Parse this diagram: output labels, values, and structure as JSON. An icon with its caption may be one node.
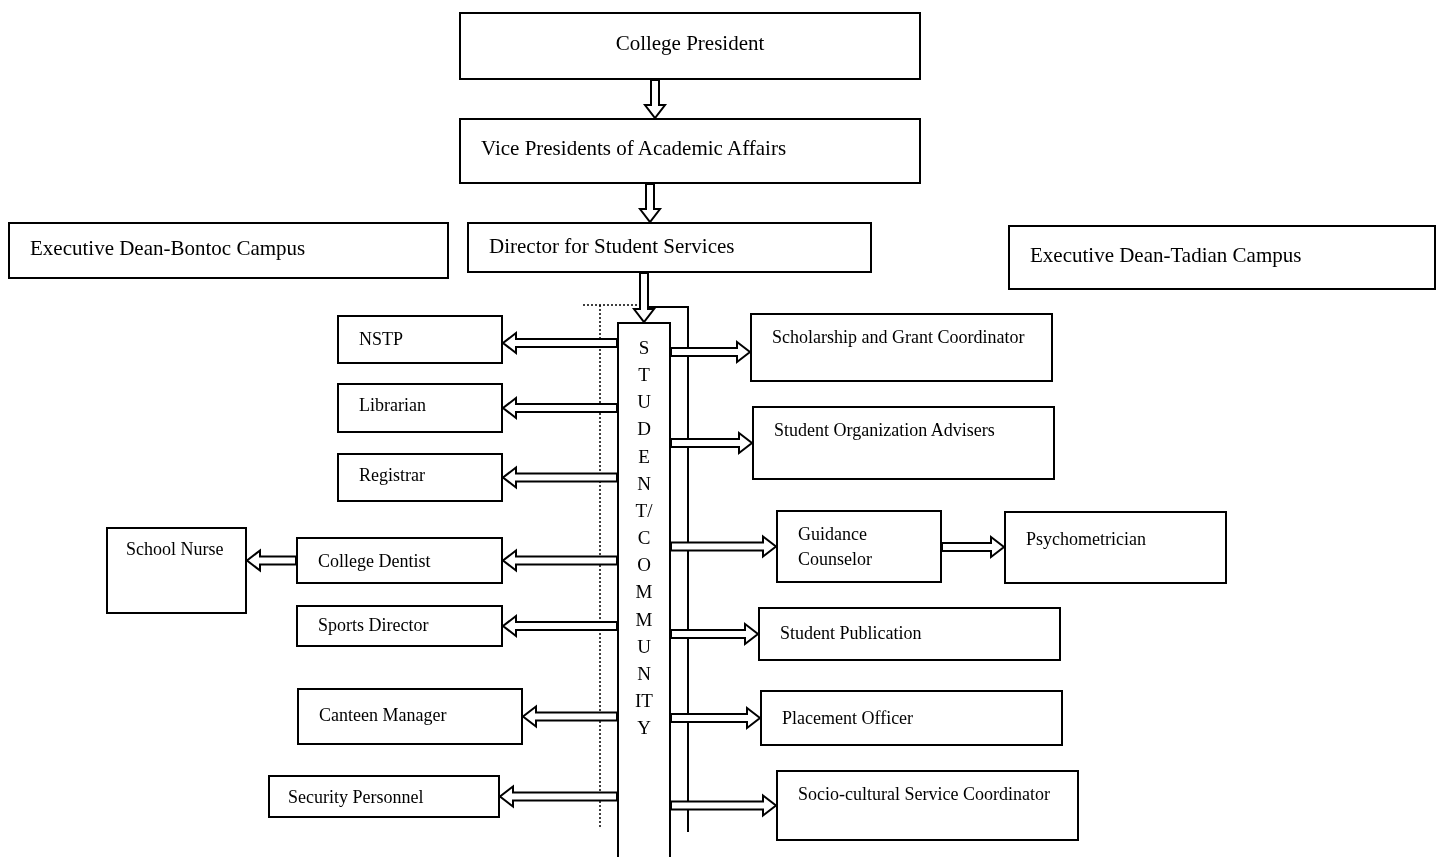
{
  "diagram": {
    "nodes": [
      {
        "text": [
          "College President"
        ]
      },
      {
        "text": [
          "Vice Presidents of Academic Affairs"
        ]
      },
      {
        "text": [
          "Executive Dean-Bontoc Campus"
        ]
      },
      {
        "text": [
          "Director for Student Services"
        ]
      },
      {
        "text": [
          "Executive Dean-Tadian Campus"
        ]
      },
      {
        "text": [
          "STUDENT/COMMUNITY"
        ]
      },
      {
        "text": [
          "NSTP"
        ]
      },
      {
        "text": [
          "Librarian"
        ]
      },
      {
        "text": [
          "Registrar"
        ]
      },
      {
        "text": [
          "School Nurse"
        ]
      },
      {
        "text": [
          "College Dentist"
        ]
      },
      {
        "text": [
          "Sports Director"
        ]
      },
      {
        "text": [
          "Canteen Manager"
        ]
      },
      {
        "text": [
          "Security Personnel"
        ]
      },
      {
        "text": [
          "Scholarship and Grant Coordinator"
        ]
      },
      {
        "text": [
          "Student Organization Advisers"
        ]
      },
      {
        "text": [
          "Guidance Counselor"
        ]
      },
      {
        "text": [
          "Psychometrician"
        ]
      },
      {
        "text": [
          "Student Publication"
        ]
      },
      {
        "text": [
          "Placement Officer"
        ]
      },
      {
        "text": [
          "Socio-cultural Service Coordinator"
        ]
      }
    ],
    "edges": [
      {
        "from": 0,
        "to": 1,
        "arrow": "to"
      },
      {
        "from": 1,
        "to": 3,
        "arrow": "to"
      },
      {
        "from": 3,
        "to": 5,
        "arrow": "to"
      },
      {
        "from": 5,
        "to": 6,
        "arrow": "to"
      },
      {
        "from": 5,
        "to": 7,
        "arrow": "to"
      },
      {
        "from": 5,
        "to": 8,
        "arrow": "to"
      },
      {
        "from": 5,
        "to": 10,
        "arrow": "to"
      },
      {
        "from": 10,
        "to": 9,
        "arrow": "to"
      },
      {
        "from": 5,
        "to": 11,
        "arrow": "to"
      },
      {
        "from": 5,
        "to": 12,
        "arrow": "to"
      },
      {
        "from": 5,
        "to": 13,
        "arrow": "to"
      },
      {
        "from": 5,
        "to": 14,
        "arrow": "to"
      },
      {
        "from": 5,
        "to": 15,
        "arrow": "to"
      },
      {
        "from": 5,
        "to": 16,
        "arrow": "to"
      },
      {
        "from": 16,
        "to": 17,
        "arrow": "to"
      },
      {
        "from": 5,
        "to": 18,
        "arrow": "to"
      },
      {
        "from": 5,
        "to": 19,
        "arrow": "to"
      },
      {
        "from": 5,
        "to": 20,
        "arrow": "to"
      }
    ]
  }
}
